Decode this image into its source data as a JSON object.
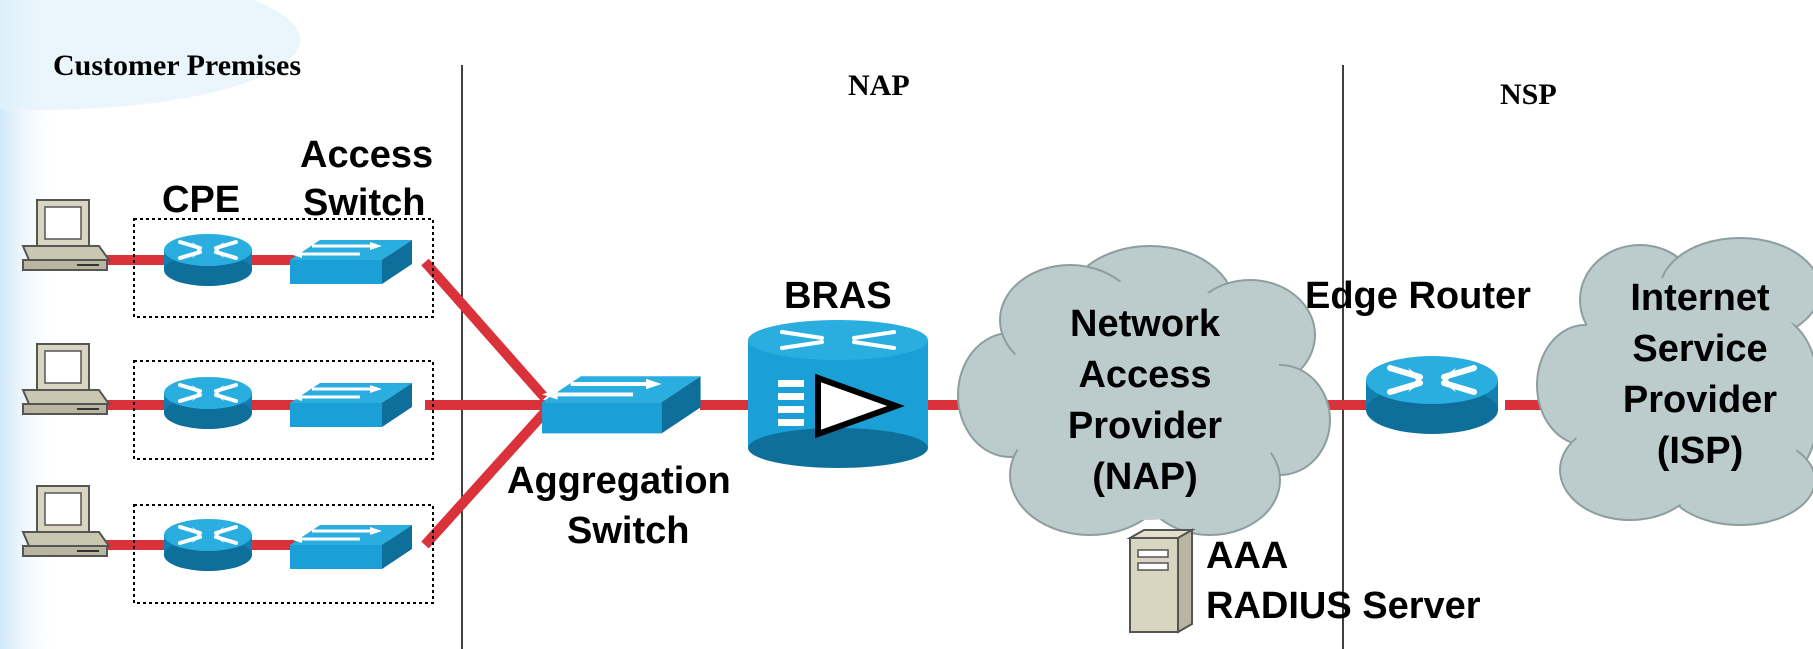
{
  "zones": {
    "customer": "Customer Premises",
    "nap": "NAP",
    "nsp": "NSP"
  },
  "labels": {
    "cpe": "CPE",
    "access_switch_1": "Access",
    "access_switch_2": "Switch",
    "bras": "BRAS",
    "aggregation_1": "Aggregation",
    "aggregation_2": "Switch",
    "edge_router": "Edge Router",
    "aaa_1": "AAA",
    "aaa_2": "RADIUS Server"
  },
  "clouds": {
    "nap": [
      "Network",
      "Access",
      "Provider",
      "(NAP)"
    ],
    "isp": [
      "Internet",
      "Service",
      "Provider",
      "(ISP)"
    ]
  },
  "icons": [
    "pc-icon",
    "router-icon",
    "switch-icon",
    "bras-icon",
    "cloud-icon",
    "server-icon"
  ],
  "colors": {
    "link": "#d9323a",
    "device_blue": "#1a9fd6",
    "device_dark": "#0e6f9a",
    "cloud": "#bccccc",
    "pc_beige": "#d8d6c0"
  }
}
